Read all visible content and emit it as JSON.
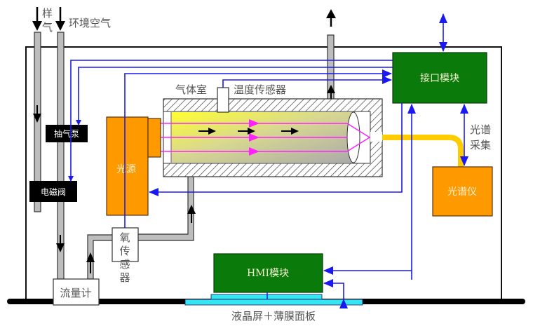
{
  "title": "气体分析仪系统结构示意图",
  "labels": {
    "sample_gas": "样气",
    "ambient_air": "环境空气",
    "gas_chamber": "气体室",
    "temp_sensor": "温度传感器",
    "interface_module": "接口模块",
    "pump": "抽气泵",
    "solenoid_valve": "电磁阀",
    "light_source": "光源",
    "spectrum_collect": "光谱采集",
    "spectrometer": "光谱仪",
    "oxygen_sensor": "氧传感器",
    "flow_meter": "流量计",
    "hmi_module": "HMI模块",
    "lcd_panel": "液晶屏＋薄膜面板"
  },
  "colors": {
    "signal_line": "#1a1af0",
    "module_green": "#0a7a0a",
    "source_orange": "#ff9900",
    "fiber_yellow": "#ffcc00",
    "beam_magenta": "#ff22ff",
    "panel_cyan": "#33e6f0",
    "pipe_gray": "#bdbdbd"
  }
}
